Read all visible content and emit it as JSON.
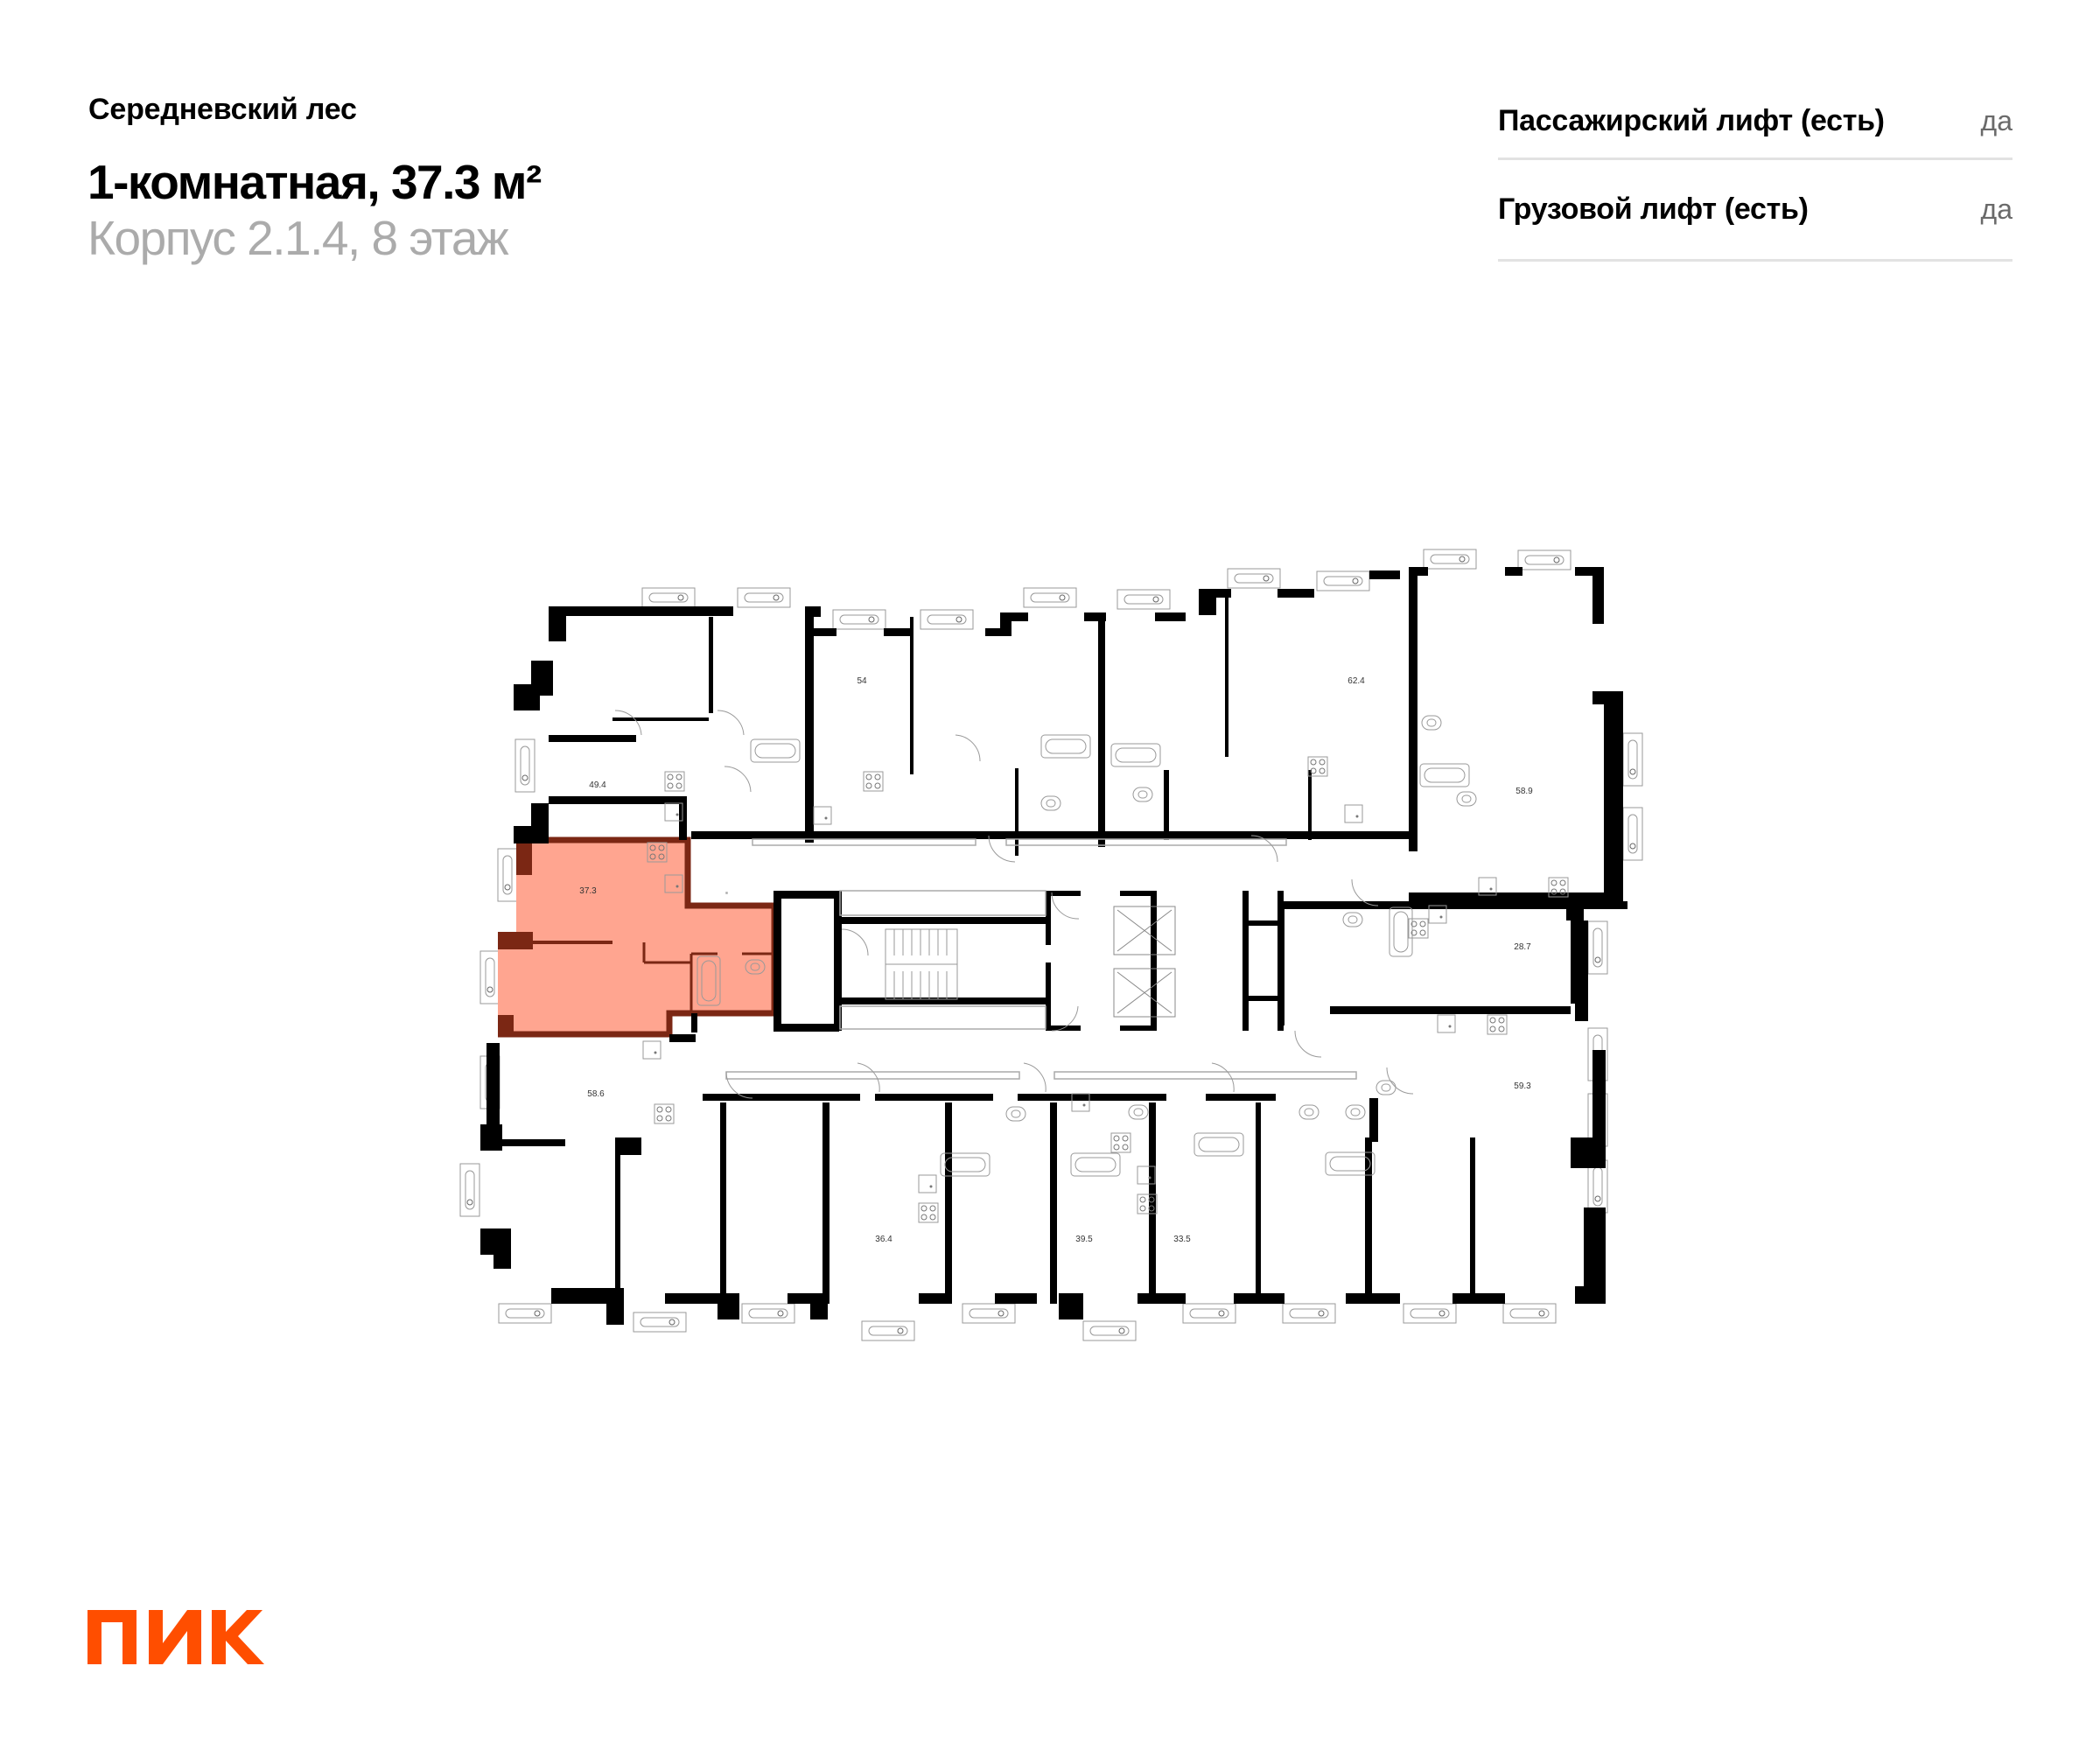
{
  "header": {
    "project_name": "Середневский лес",
    "apartment_title": "1-комнатная, 37.3 м²",
    "building_floor": "Корпус 2.1.4, 8 этаж"
  },
  "features": [
    {
      "label": "Пассажирский лифт (есть)",
      "value": "да"
    },
    {
      "label": "Грузовой лифт (есть)",
      "value": "да"
    }
  ],
  "floor_plan": {
    "selected_apartment": {
      "area": "37.3",
      "fill_color": "#FFA590",
      "wall_color": "#7B2714"
    },
    "apartment_areas": [
      "49.4",
      "54",
      "62.4",
      "58.9",
      "37.3",
      "28.7",
      "59.3",
      "58.6",
      "36.4",
      "39.5",
      "33.5"
    ]
  },
  "brand": {
    "logo_text": "ПИК",
    "color": "#FF4E00"
  }
}
